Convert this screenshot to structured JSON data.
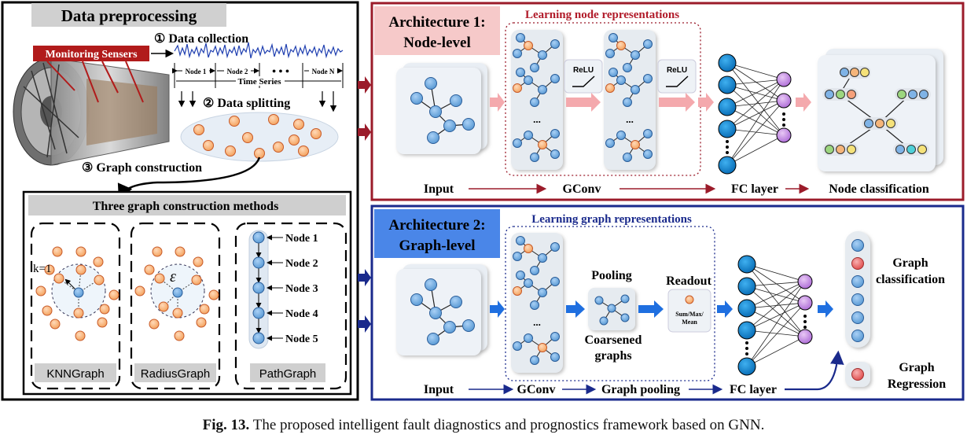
{
  "left": {
    "title": "Data preprocessing",
    "step1": "① Data collection",
    "sensors_label": "Monitoring Sensers",
    "node_labels": [
      "Node 1",
      "Node 2",
      "Node N"
    ],
    "ellipsis": "• • •",
    "time_series": "Time Series",
    "step2": "② Data splitting",
    "step3": "③ Graph construction",
    "methods_title": "Three graph construction methods",
    "k_label": "k=1",
    "eps_label": "ε",
    "knn": "KNNGraph",
    "radius": "RadiusGraph",
    "path": "PathGraph",
    "path_nodes": [
      "Node 1",
      "Node 2",
      "Node 3",
      "Node 4",
      "Node 5"
    ]
  },
  "arch1": {
    "title_line1": "Architecture 1:",
    "title_line2": "Node-level",
    "subtitle": "Learning node representations",
    "relu": "ReLU",
    "dots": "...",
    "labels": [
      "Input",
      "GConv",
      "FC layer",
      "Node classification"
    ],
    "colors": {
      "border": "#9b1b2a",
      "title_bg": "#f6c9c9",
      "arrow": "#f4a9ad"
    }
  },
  "arch2": {
    "title_line1": "Architecture 2:",
    "title_line2": "Graph-level",
    "subtitle": "Learning graph representations",
    "dots": "...",
    "pooling": "Pooling",
    "coarsened": "Coarsened\ngraphs",
    "readout": "Readout",
    "readout_ops": "Sum/Max/\nMean",
    "labels": [
      "Input",
      "GConv",
      "Graph pooling",
      "FC layer"
    ],
    "graph_classification": "Graph\nclassification",
    "graph_regression": "Graph\nRegression",
    "colors": {
      "border": "#1a2a8c",
      "title_bg": "#4a86e8",
      "arrow": "#1f6fe0"
    }
  },
  "caption": {
    "label": "Fig. 13.",
    "text": "The proposed intelligent fault diagnostics and prognostics framework based on GNN."
  }
}
